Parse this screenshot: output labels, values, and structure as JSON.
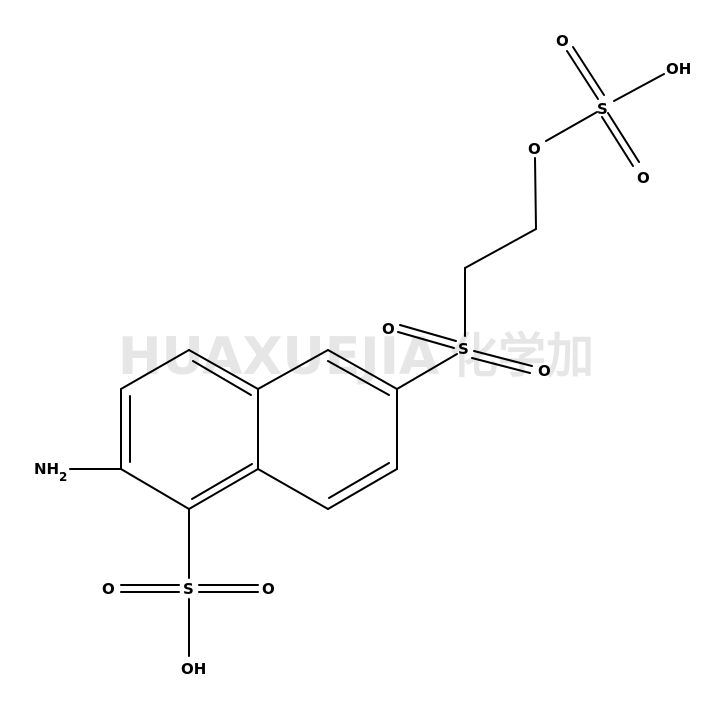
{
  "watermark": {
    "latin": "HUAXUEJIA",
    "cjk": "化学加"
  },
  "atoms": {
    "nh2_main": "NH",
    "nh2_sub": "2",
    "sulfonyl_s": "S",
    "sulfonyl_o_left": "O",
    "sulfonyl_o_right": "O",
    "ester_o": "O",
    "sulfate_s": "S",
    "sulfate_o_top": "O",
    "sulfate_o_bottom": "O",
    "sulfate_oh": "OH",
    "sulfonic_s": "S",
    "sulfonic_o_left": "O",
    "sulfonic_o_right": "O",
    "sulfonic_oh": "OH"
  }
}
